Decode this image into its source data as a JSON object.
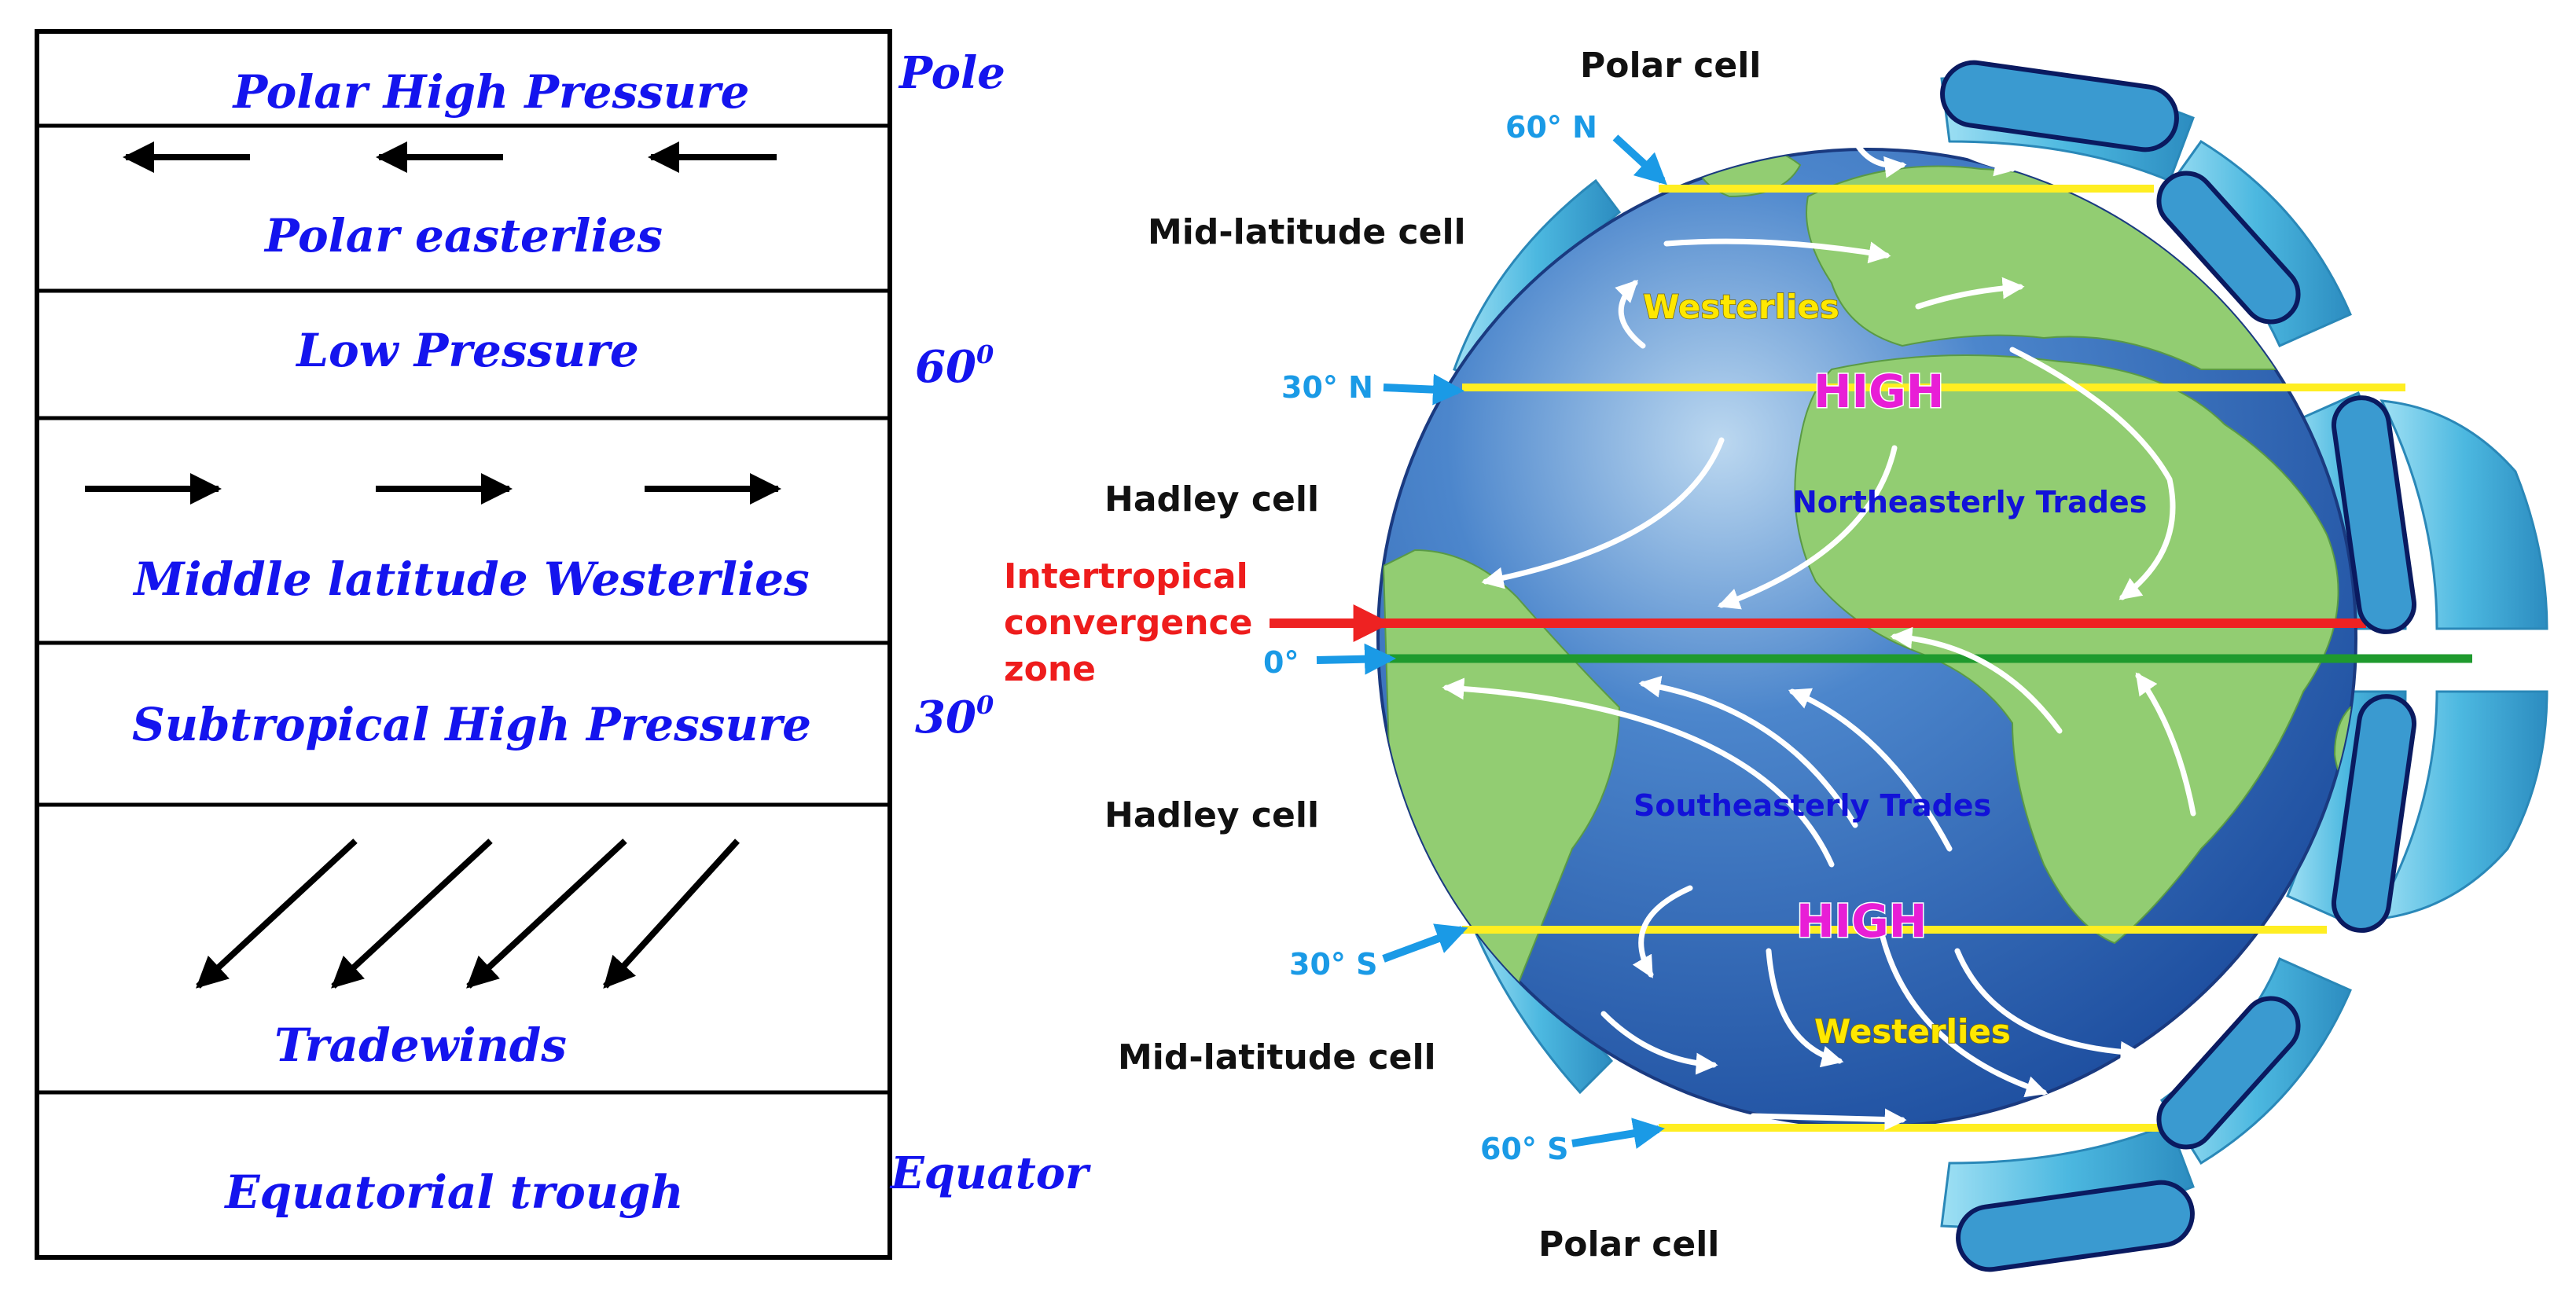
{
  "left_panel": {
    "rows": [
      "Polar High Pressure",
      "Polar easterlies",
      "Low Pressure",
      "Middle latitude Westerlies",
      "Subtropical High Pressure",
      "Tradewinds",
      "Equatorial trough"
    ],
    "side_labels": {
      "pole": "Pole",
      "lat60": "60",
      "lat30": "30",
      "degree_sup": "0",
      "equator": "Equator"
    }
  },
  "globe": {
    "cells": {
      "polar_top": "Polar cell",
      "mid_north": "Mid-latitude cell",
      "hadley_north": "Hadley cell",
      "hadley_south": "Hadley cell",
      "mid_south": "Mid-latitude cell",
      "polar_bottom": "Polar cell"
    },
    "latitudes": {
      "n60": "60° N",
      "n30": "30° N",
      "eq": "0°",
      "s30": "30° S",
      "s60": "60° S"
    },
    "itcz": [
      "Intertropical",
      "convergence",
      "zone"
    ],
    "labels": {
      "westerlies_north": "Westerlies",
      "high_north": "HIGH",
      "ne_trades": "Northeasterly Trades",
      "se_trades": "Southeasterly Trades",
      "high_south": "HIGH",
      "westerlies_south": "Westerlies"
    },
    "colors": {
      "ocean": "#2c64b8",
      "land": "#92cd72",
      "cell_band": "#5cc0e0",
      "latitude_line": "#ffee22",
      "itcz_line": "#ee2222",
      "equator_line": "#1f9a2e",
      "pointer": "#1a9ae6"
    }
  }
}
